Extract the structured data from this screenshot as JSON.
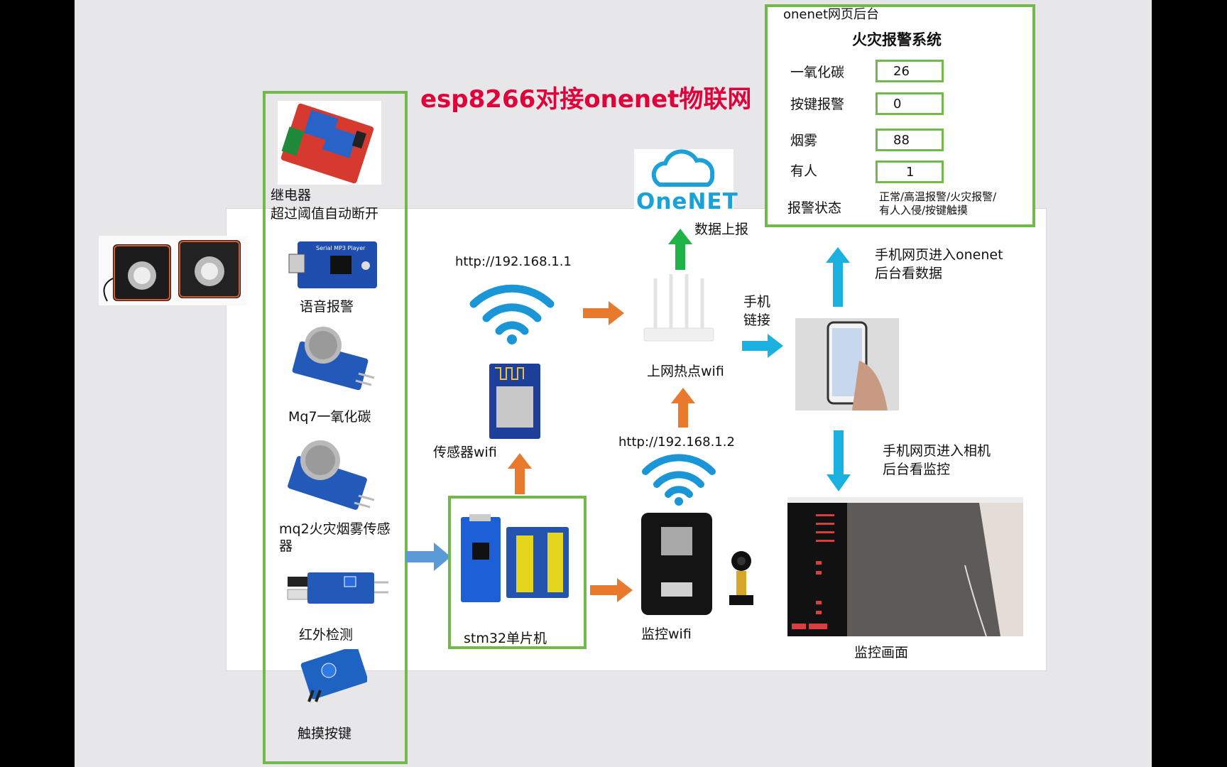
{
  "title": "esp8266对接onenet物联网",
  "sensors": {
    "relay": {
      "line1": "继电器",
      "line2": "超过阈值自动断开"
    },
    "voice": "语音报警",
    "mq7": "Mq7一氧化碳",
    "mq2": {
      "line1": "mq2火灾烟雾传感",
      "line2": "器"
    },
    "infrared": "红外检测",
    "touch": "触摸按键"
  },
  "flow": {
    "ip1": "http://192.168.1.1",
    "sensor_wifi": "传感器wifi",
    "mcu": "stm32单片机",
    "ip2": "http://192.168.1.2",
    "monitor_wifi": "监控wifi",
    "hotspot": "上网热点wifi",
    "upload": "数据上报",
    "onenet_logo": "OneNET",
    "phone_link": {
      "line1": "手机",
      "line2": "链接"
    },
    "phone_onenet": {
      "line1": "手机网页进入onenet",
      "line2": "后台看数据"
    },
    "phone_camera": {
      "line1": "手机网页进入相机",
      "line2": "后台看监控"
    },
    "monitor_view": "监控画面"
  },
  "dashboard": {
    "header": "onenet网页后台",
    "title": "火灾报警系统",
    "rows": [
      {
        "label": "一氧化碳",
        "value": "26"
      },
      {
        "label": "按键报警",
        "value": "0"
      },
      {
        "label": "烟雾",
        "value": "88"
      },
      {
        "label": "有人",
        "value": "1"
      }
    ],
    "status_label": "报警状态",
    "status_values": {
      "line1": "正常/高温报警/火灾报警/",
      "line2": "有人入侵/按键触摸"
    }
  },
  "colors": {
    "title": "#e0003a",
    "box_border": "#72b84d",
    "arrow_orange": "#e8792d",
    "arrow_green": "#1fb347",
    "arrow_cyan": "#1ab0e0",
    "arrow_blue": "#5b9bd5",
    "wifi_blue": "#1a96d6"
  },
  "icons": [
    "speaker-icon",
    "relay-icon",
    "mp3-module-icon",
    "gas-sensor-icon",
    "infrared-sensor-icon",
    "touch-sensor-icon",
    "wifi-icon",
    "esp8266-icon",
    "stm32-board-icon",
    "esp32-cam-icon",
    "camera-icon",
    "router-icon",
    "cloud-icon",
    "phone-icon"
  ]
}
